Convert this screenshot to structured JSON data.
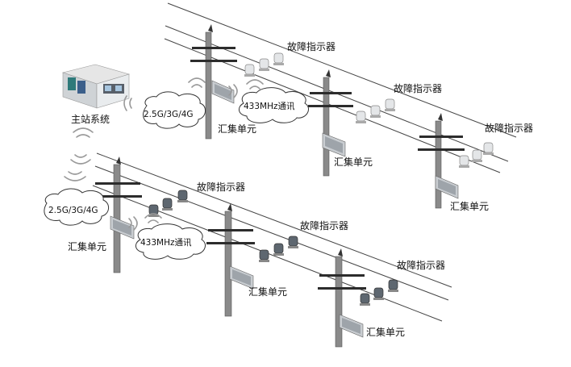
{
  "colors": {
    "wire": "#444444",
    "pole": "#8a8a8a",
    "indicator_white": "#e4e6e8",
    "indicator_dark": "#5e6770",
    "signal": "#9a9a9a"
  },
  "labels": {
    "master_station": "主站系统",
    "fault_indicator": "故障指示器",
    "collector_unit": "汇集单元",
    "cellular": "2.5G/3G/4G",
    "rf_433": "433MHz通讯"
  },
  "icons": {
    "station": "control-room-icon",
    "collector": "solar-panel-collector-icon",
    "indicator": "fault-indicator-icon",
    "signal": "wireless-signal-icon"
  }
}
